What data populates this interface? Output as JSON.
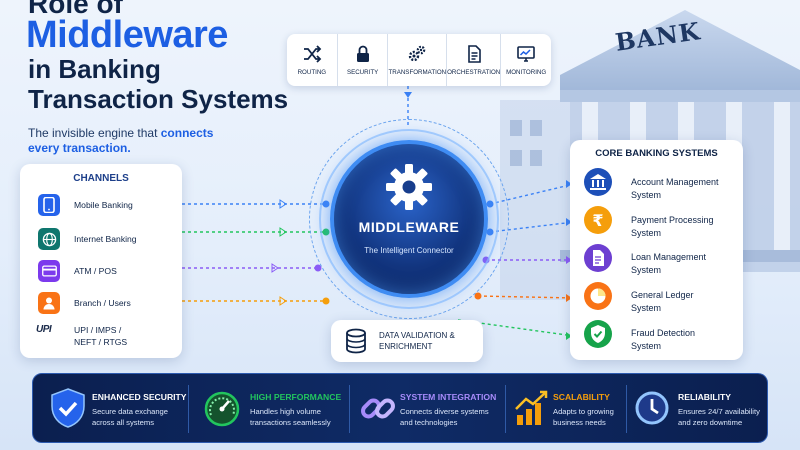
{
  "title": {
    "line1": "Role of",
    "line2": "Middleware",
    "line3": "in Banking",
    "line4": "Transaction Systems"
  },
  "subtitle": {
    "part1": "The invisible engine that ",
    "highlight1": "connects",
    "highlight2": "every transaction."
  },
  "bank_sign": "BANK",
  "functions": [
    {
      "label": "ROUTING",
      "icon": "shuffle-icon"
    },
    {
      "label": "SECURITY",
      "icon": "lock-icon"
    },
    {
      "label": "TRANSFORMATION",
      "icon": "gears-icon"
    },
    {
      "label": "ORCHESTRATION",
      "icon": "document-icon"
    },
    {
      "label": "MONITORING",
      "icon": "monitor-chart-icon"
    }
  ],
  "channels": {
    "title": "CHANNELS",
    "items": [
      {
        "label": "Mobile Banking",
        "icon": "smartphone-icon"
      },
      {
        "label": "Internet Banking",
        "icon": "globe-icon"
      },
      {
        "label": "ATM / POS",
        "icon": "card-icon"
      },
      {
        "label": "Branch / Users",
        "icon": "user-icon"
      },
      {
        "label_line1": "UPI / IMPS /",
        "label_line2": "NEFT / RTGS",
        "logo_text": "UPI",
        "icon": "upi-logo"
      }
    ]
  },
  "core": {
    "title": "MIDDLEWARE",
    "subtitle": "The Intelligent Connector"
  },
  "data_validation": {
    "line1": "DATA VALIDATION &",
    "line2": "ENRICHMENT"
  },
  "core_banking": {
    "title": "CORE BANKING SYSTEMS",
    "items": [
      {
        "line1": "Account Management",
        "line2": "System",
        "icon": "bank-building-icon",
        "color": "#1d4fb8"
      },
      {
        "line1": "Payment Processing",
        "line2": "System",
        "icon": "rupee-icon",
        "color": "#f59e0b"
      },
      {
        "line1": "Loan Management",
        "line2": "System",
        "icon": "document-icon",
        "color": "#6d3fd1"
      },
      {
        "line1": "General Ledger",
        "line2": "System",
        "icon": "pie-chart-icon",
        "color": "#f97316"
      },
      {
        "line1": "Fraud Detection",
        "line2": "System",
        "icon": "shield-check-icon",
        "color": "#16a34a"
      }
    ]
  },
  "benefits": [
    {
      "title": "ENHANCED SECURITY",
      "desc1": "Secure data exchange",
      "desc2": "across all systems",
      "color": "#ffffff",
      "icon": "shield-check-icon"
    },
    {
      "title": "HIGH PERFORMANCE",
      "desc1": "Handles high volume",
      "desc2": "transactions seamlessly",
      "color": "#22c55e",
      "icon": "speedometer-icon"
    },
    {
      "title": "SYSTEM INTEGRATION",
      "desc1": "Connects diverse systems",
      "desc2": "and technologies",
      "color": "#a78bfa",
      "icon": "chain-link-icon"
    },
    {
      "title": "SCALABILITY",
      "desc1": "Adapts to growing",
      "desc2": "business needs",
      "color": "#f59e0b",
      "icon": "growth-chart-icon"
    },
    {
      "title": "RELIABILITY",
      "desc1": "Ensures 24/7 availability",
      "desc2": "and zero downtime",
      "color": "#ffffff",
      "icon": "clock-icon"
    }
  ],
  "colors": {
    "accent": "#1d5fe3",
    "navy": "#0f2447",
    "flow_blue": "#3b82f6",
    "flow_green": "#22c55e",
    "flow_purple": "#8b5cf6",
    "flow_orange": "#f59e0b"
  }
}
